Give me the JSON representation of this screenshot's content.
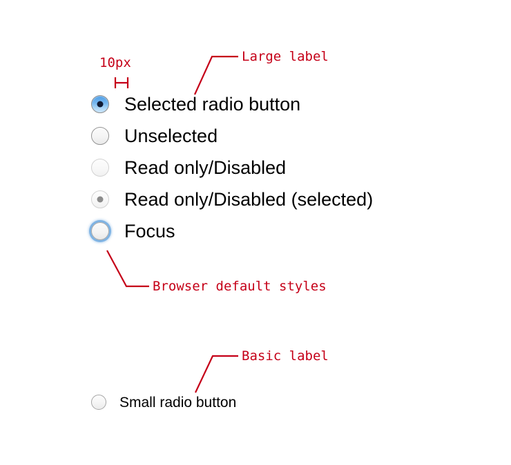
{
  "page": {
    "background": "#ffffff",
    "annotation_color": "#c50018",
    "label_color": "#000000",
    "accent_blue": "#4f9ee6"
  },
  "annotations": {
    "measurement": {
      "text": "10px",
      "description": "spacing-measurement-bracket"
    },
    "large_label": {
      "text": "Large label"
    },
    "browser_default": {
      "text": "Browser default styles"
    },
    "basic_label": {
      "text": "Basic label"
    }
  },
  "radio_group_large": {
    "items": [
      {
        "label": "Selected radio button",
        "state": "selected",
        "icon": "radio-selected-icon"
      },
      {
        "label": "Unselected",
        "state": "unselected",
        "icon": "radio-unselected-icon"
      },
      {
        "label": "Read only/Disabled",
        "state": "disabled",
        "icon": "radio-disabled-icon"
      },
      {
        "label": "Read only/Disabled (selected)",
        "state": "disabled-selected",
        "icon": "radio-disabled-selected-icon"
      },
      {
        "label": "Focus",
        "state": "focus",
        "icon": "radio-focus-icon"
      }
    ]
  },
  "radio_group_small": {
    "items": [
      {
        "label": "Small radio button",
        "state": "unselected",
        "icon": "radio-small-unselected-icon"
      }
    ]
  }
}
